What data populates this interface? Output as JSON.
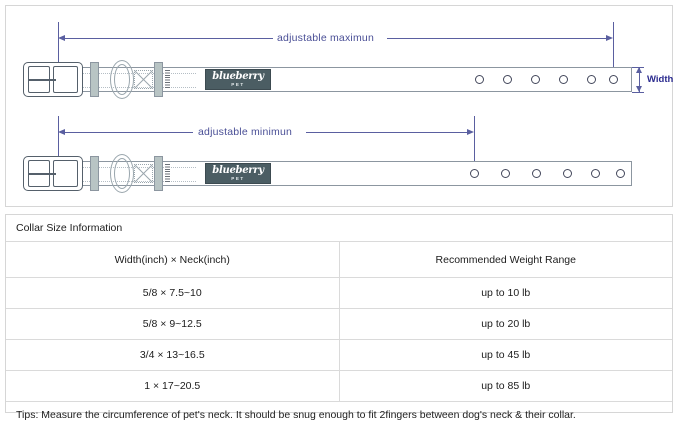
{
  "diagram": {
    "rows": [
      {
        "id": "maximum",
        "dim_label": "adjustable maximun",
        "hole_count": 6,
        "logo_main": "blueberry",
        "logo_sub": "PET"
      },
      {
        "id": "minimum",
        "dim_label": "adjustable minimun",
        "hole_count": 6,
        "logo_main": "blueberry",
        "logo_sub": "PET"
      }
    ],
    "width_label": "Width",
    "line_color": "#5a5fa0",
    "label_color": "#4a4f96",
    "width_label_color": "#2b2b8f",
    "strap_color": "#8c96a0",
    "keeper_color": "#b8c4c4",
    "logo_patch_color": "#4b5d63"
  },
  "table": {
    "title": "Collar Size Information",
    "headers": [
      "Width(inch)  ×  Neck(inch)",
      "Recommended Weight Range"
    ],
    "rows": [
      [
        "5/8 × 7.5~10",
        "up to 10 lb"
      ],
      [
        "5/8 × 9~12.5",
        "up to 20 lb"
      ],
      [
        "3/4 × 13~16.5",
        "up to 45 lb"
      ],
      [
        "1 × 17~20.5",
        "up to 85 lb"
      ]
    ],
    "tips": "Tips: Measure the circumference of pet's neck. It should be snug enough to fit 2fingers between dog's neck & their collar.",
    "border_color": "#dadada",
    "text_color": "#1c1c1c"
  }
}
